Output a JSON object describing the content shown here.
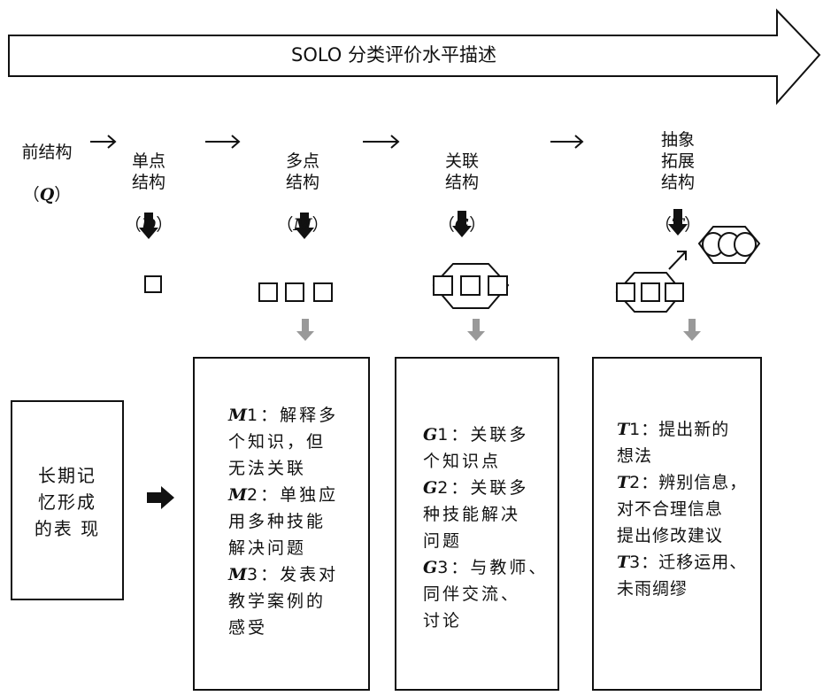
{
  "banner": {
    "title": "SOLO 分类评价水平描述"
  },
  "levels": [
    {
      "name": "前结构",
      "code_prefix": "（",
      "code": "Q",
      "code_suffix": "）"
    },
    {
      "name": "单点\n结构",
      "code_prefix": "（",
      "code": "D",
      "code_suffix": "）"
    },
    {
      "name": "多点\n结构",
      "code_prefix": "（",
      "code": "M",
      "code_suffix": "）"
    },
    {
      "name": "关联\n结构",
      "code_prefix": "（",
      "code": "G",
      "code_suffix": "）"
    },
    {
      "name": "抽象\n拓展\n结构",
      "code_prefix": "（",
      "code": "T",
      "code_suffix": "）"
    }
  ],
  "memory_box": {
    "text": "长期记\n忆形成\n的表 现"
  },
  "boxes": {
    "M": [
      {
        "key": "M",
        "rest": "1：解释多"
      },
      {
        "key": "",
        "rest": "个知识，但"
      },
      {
        "key": "",
        "rest": "无法关联"
      },
      {
        "key": "M",
        "rest": "2：单独应"
      },
      {
        "key": "",
        "rest": "用多种技能"
      },
      {
        "key": "",
        "rest": "解决问题"
      },
      {
        "key": "M",
        "rest": "3：发表对"
      },
      {
        "key": "",
        "rest": "教学案例的"
      },
      {
        "key": "",
        "rest": "感受"
      }
    ],
    "G": [
      {
        "key": "G",
        "rest": "1：关联多"
      },
      {
        "key": "",
        "rest": "个知识点"
      },
      {
        "key": "G",
        "rest": "2：关联多"
      },
      {
        "key": "",
        "rest": "种技能解决"
      },
      {
        "key": "",
        "rest": "问题"
      },
      {
        "key": "G",
        "rest": "3：与教师、"
      },
      {
        "key": "",
        "rest": "同伴交流、"
      },
      {
        "key": "",
        "rest": "讨论"
      }
    ],
    "T": [
      {
        "key": "T",
        "rest": "1：提出新的"
      },
      {
        "key": "",
        "rest": "想法"
      },
      {
        "key": "T",
        "rest": "2：辨别信息，"
      },
      {
        "key": "",
        "rest": "对不合理信息"
      },
      {
        "key": "",
        "rest": "提出修改建议"
      },
      {
        "key": "T",
        "rest": "3：迁移运用、"
      },
      {
        "key": "",
        "rest": "未雨绸缪"
      }
    ]
  }
}
